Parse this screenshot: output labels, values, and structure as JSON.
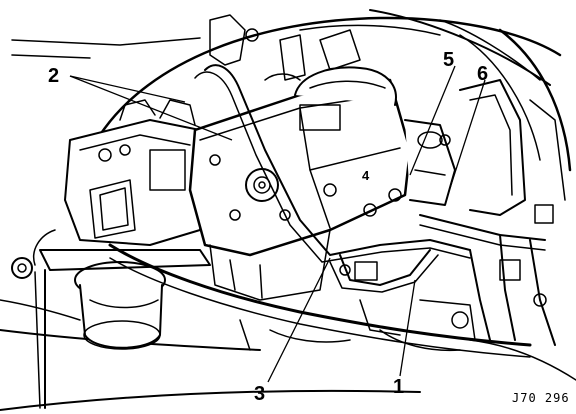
{
  "figure": {
    "reference_code": "J70 296",
    "callouts": [
      {
        "id": "1",
        "label": "1"
      },
      {
        "id": "2",
        "label": "2"
      },
      {
        "id": "3",
        "label": "3"
      },
      {
        "id": "4",
        "label": "4"
      },
      {
        "id": "5",
        "label": "5"
      },
      {
        "id": "6",
        "label": "6"
      }
    ]
  }
}
